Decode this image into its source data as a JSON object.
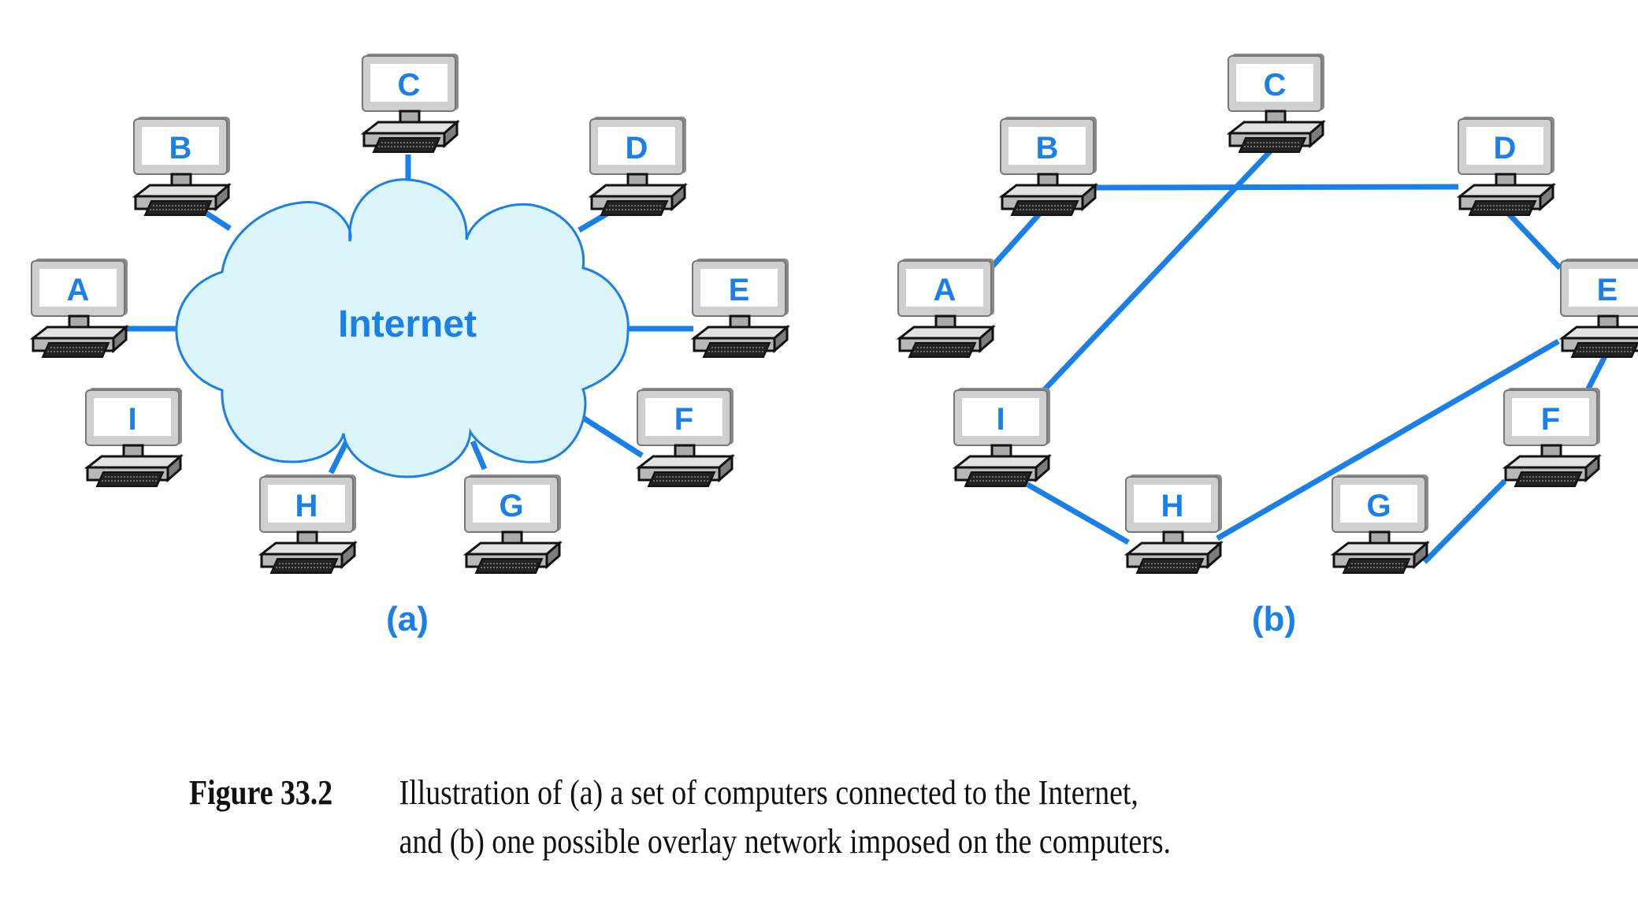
{
  "figure": {
    "caption_label": "Figure 33.2",
    "caption_line1": "Illustration of (a) a set of computers connected to the Internet,",
    "caption_line2": "and (b) one possible overlay network imposed on the computers."
  },
  "colors": {
    "link_blue": "#1a7fe8",
    "cloud_fill": "#dcf5fd",
    "monitor_gray": "#c8c8c8",
    "screen_white": "#ffffff"
  },
  "panels": [
    {
      "id": "a",
      "label": "(a)",
      "cloud_label": "Internet",
      "nodes": [
        "A",
        "B",
        "C",
        "D",
        "E",
        "F",
        "G",
        "H",
        "I"
      ],
      "connection": "each computer connects to the Internet cloud"
    },
    {
      "id": "b",
      "label": "(b)",
      "nodes": [
        "A",
        "B",
        "C",
        "D",
        "E",
        "F",
        "G",
        "H",
        "I"
      ],
      "overlay_edges": [
        [
          "A",
          "B"
        ],
        [
          "B",
          "D"
        ],
        [
          "C",
          "I"
        ],
        [
          "D",
          "E"
        ],
        [
          "E",
          "F"
        ],
        [
          "E",
          "H"
        ],
        [
          "I",
          "H"
        ],
        [
          "F",
          "G"
        ]
      ]
    }
  ]
}
